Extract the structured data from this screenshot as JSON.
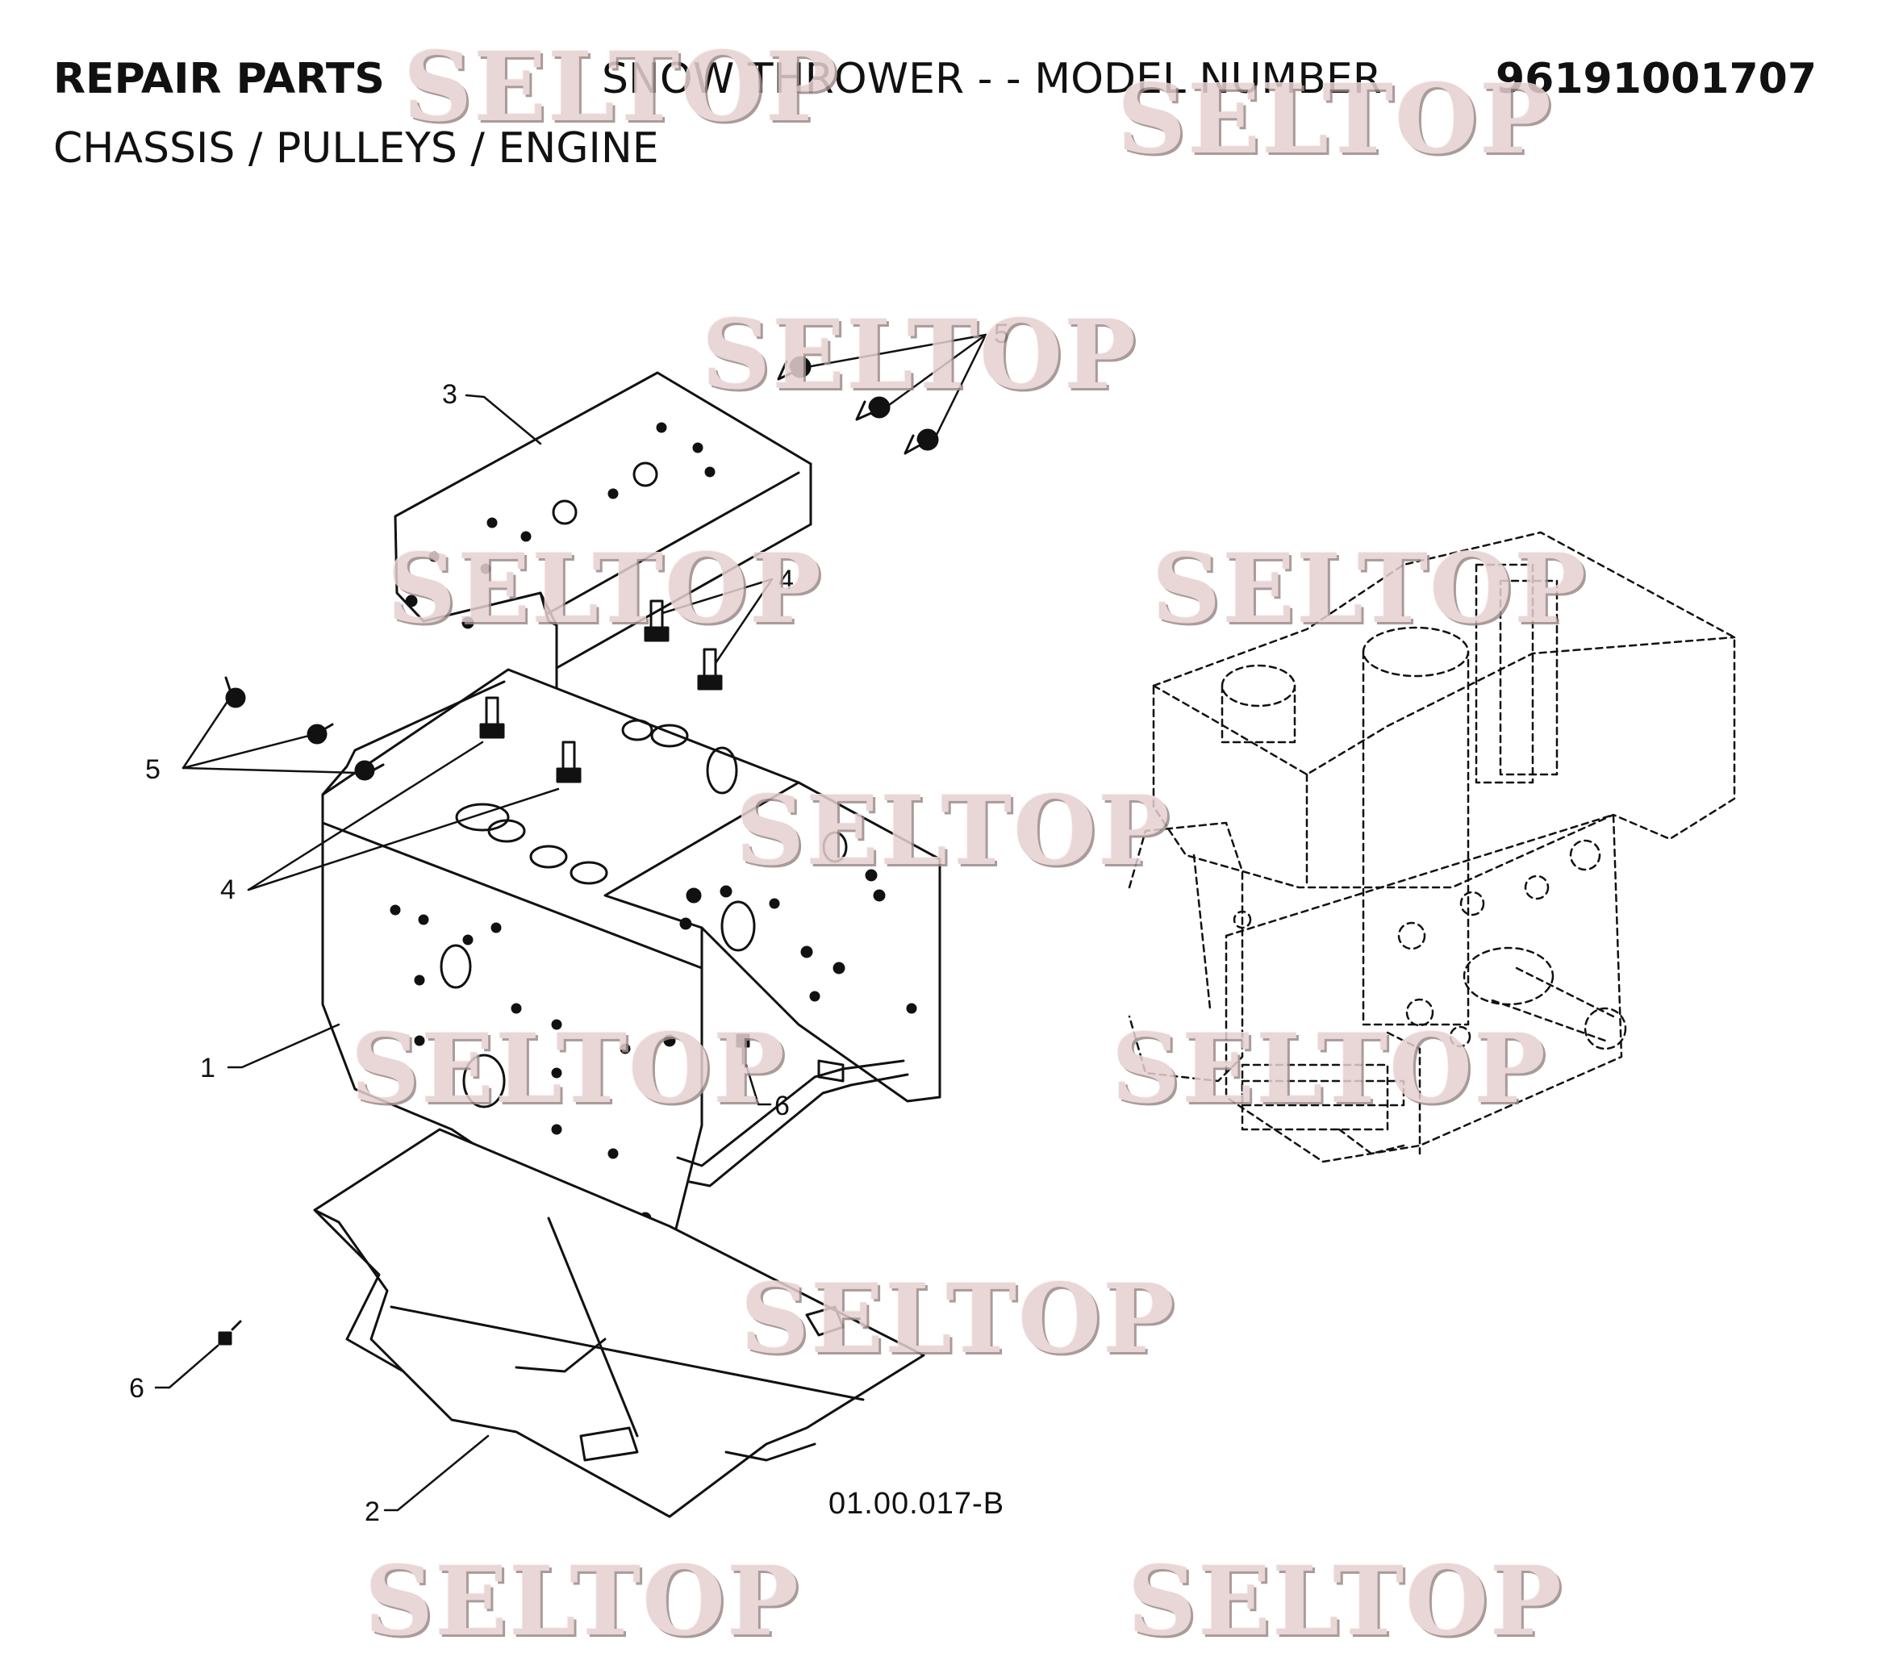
{
  "header": {
    "section": "REPAIR PARTS",
    "model_label": "SNOW THROWER - - MODEL NUMBER",
    "model_number": "96191001707",
    "subtitle": "CHASSIS / PULLEYS / ENGINE"
  },
  "watermark_text": "SELTOP",
  "figure_code": "01.00.017-B",
  "callouts": [
    "1",
    "2",
    "3",
    "4",
    "4",
    "5",
    "5",
    "6",
    "6"
  ]
}
